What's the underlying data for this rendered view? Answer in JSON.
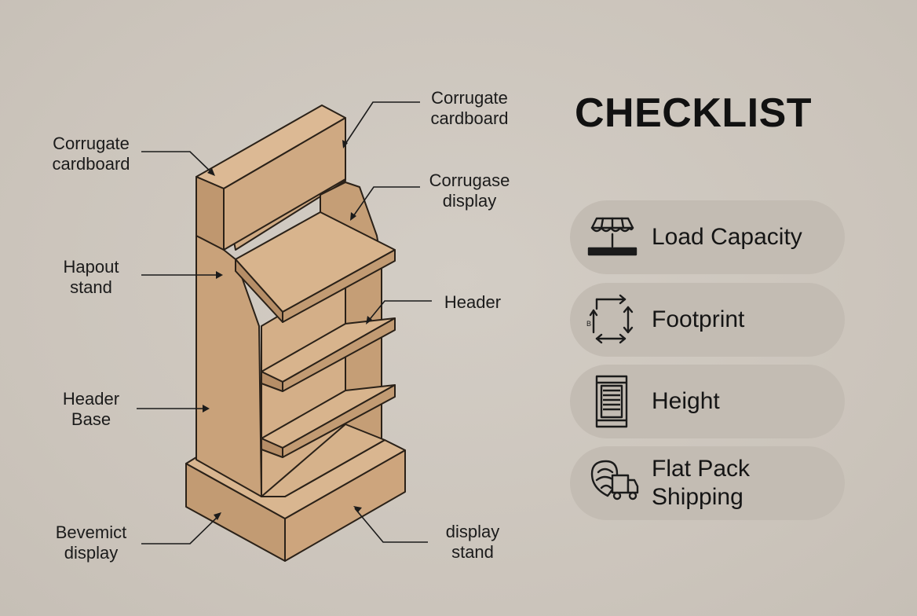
{
  "labels": {
    "left": [
      {
        "line1": "Corrugate",
        "line2": "cardboard"
      },
      {
        "line1": "Hapout",
        "line2": "stand"
      },
      {
        "line1": "Header",
        "line2": "Base"
      },
      {
        "line1": "Bevemict",
        "line2": "display"
      }
    ],
    "right": [
      {
        "line1": "Corrugate",
        "line2": "cardboard"
      },
      {
        "line1": "Corrugase",
        "line2": "display"
      },
      {
        "line1": "Header",
        "line2": ""
      },
      {
        "line1": "display",
        "line2": "stand"
      }
    ]
  },
  "checklist": {
    "title": "CHECKLIST",
    "items": [
      {
        "icon": "market-stall-scale-icon",
        "line1": "Load Capacity",
        "line2": ""
      },
      {
        "icon": "dimension-arrows-icon",
        "line1": "Footprint",
        "line2": ""
      },
      {
        "icon": "height-rack-icon",
        "line1": "Height",
        "line2": ""
      },
      {
        "icon": "delivery-truck-icon",
        "line1": "Flat Pack",
        "line2": "Shipping"
      }
    ],
    "footprint_icon_mark": "B"
  },
  "colors": {
    "background": "#cdc6bd",
    "cardboard_light": "#d2ae88",
    "cardboard_mid": "#c9a27a",
    "cardboard_dark": "#b8906a",
    "outline": "#2a2118",
    "pill": "#c3bcb3"
  }
}
